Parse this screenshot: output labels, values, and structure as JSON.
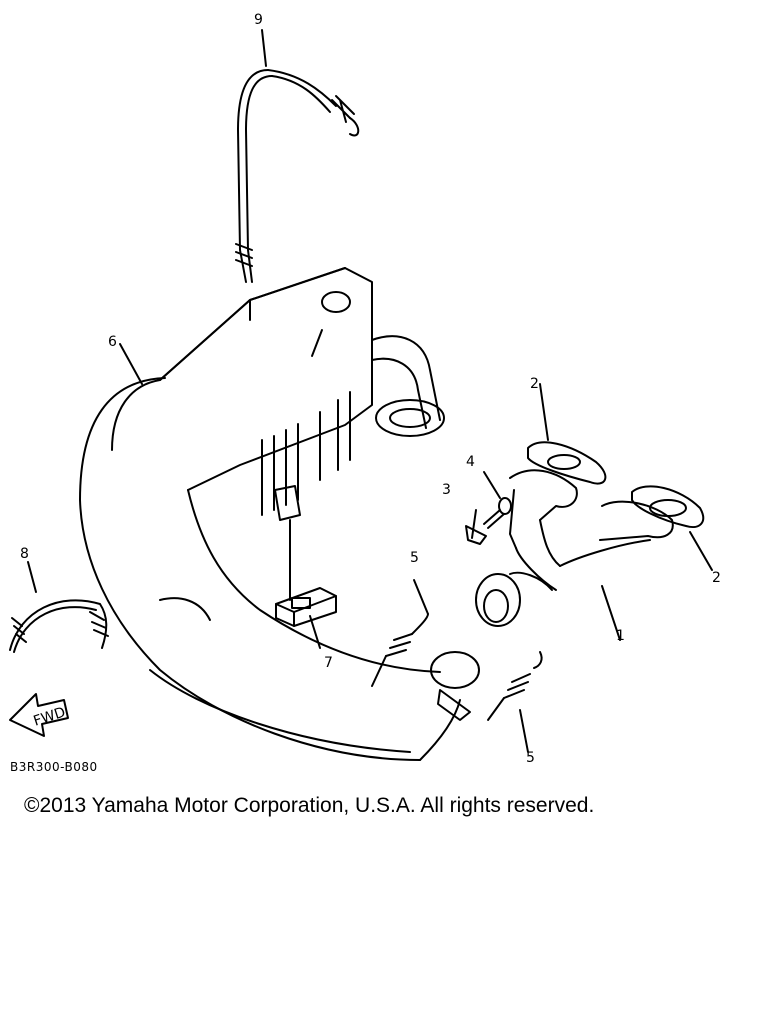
{
  "diagram": {
    "callouts": {
      "p1": "1",
      "p2a": "2",
      "p2b": "2",
      "p3": "3",
      "p4": "4",
      "p5a": "5",
      "p5b": "5",
      "p6": "6",
      "p7": "7",
      "p8": "8",
      "p9": "9"
    },
    "fwd_label": "FWD",
    "figure_code": "B3R300-B080"
  },
  "footer": {
    "copyright": "©2013 Yamaha Motor Corporation, U.S.A. All rights reserved."
  }
}
